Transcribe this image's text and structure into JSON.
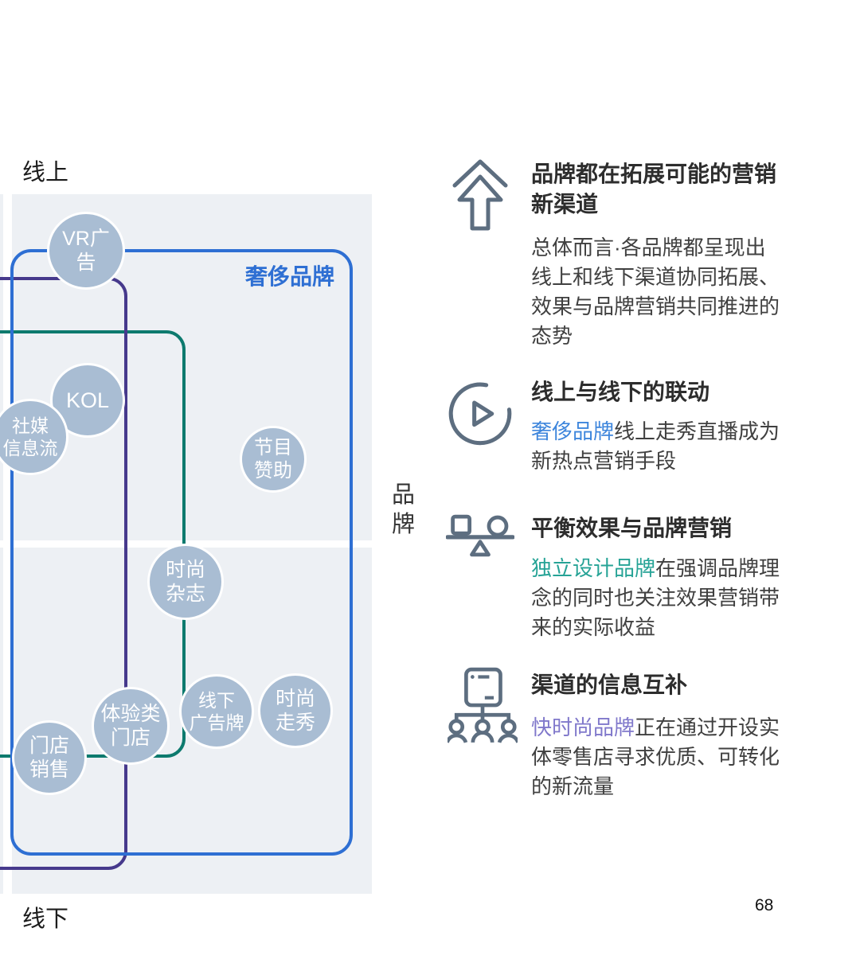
{
  "figure": {
    "axis": {
      "top": "线上",
      "bottom": "线下",
      "right": "品\n牌"
    },
    "groups": {
      "luxury": {
        "label": "奢侈品牌",
        "color": "#2e6fd3"
      },
      "independent": {
        "color": "#0d7a6e"
      },
      "fast_fashion": {
        "color": "#46398c"
      }
    },
    "bubble_color": "#a9bdd3",
    "bubbles": {
      "vr_ad": {
        "label": "VR广\n告"
      },
      "kol": {
        "label": "KOL"
      },
      "social_media_feed": {
        "label": "社媒\n信息流"
      },
      "program_sponsor": {
        "label": "节目\n赞助"
      },
      "fashion_magazine": {
        "label": "时尚\n杂志"
      },
      "experience_store": {
        "label": "体验类\n门店"
      },
      "offline_billboard": {
        "label": "线下\n广告牌"
      },
      "fashion_show": {
        "label": "时尚\n走秀"
      },
      "store_sales": {
        "label": "门店\n销售"
      }
    }
  },
  "sections": [
    {
      "icon": "arrow-up",
      "title": "品牌都在拓展可能的营销新渠道",
      "title_lines": [
        "品牌都在拓展可能的营销",
        "新渠道"
      ],
      "body": "总体而言·各品牌都呈现出线上和线下渠道协同拓展、效果与品牌营销共同推进的态势",
      "body_lines": [
        "总体而言·各品牌都呈现出",
        "线上和线下渠道协同拓展、",
        "效果与品牌营销共同推进的",
        "态势"
      ]
    },
    {
      "icon": "play-circle",
      "title": "线上与线下的联动",
      "highlight": "奢侈品牌",
      "highlight_color": "#3e86dc",
      "body_line1_rest": "线上走秀直播成为",
      "body_lines": [
        "新热点营销手段"
      ]
    },
    {
      "icon": "balance",
      "title": "平衡效果与品牌营销",
      "highlight": "独立设计品牌",
      "highlight_color": "#26a396",
      "body_line1_rest": "在强调品牌理",
      "body_lines": [
        "念的同时也关注效果营销带",
        "来的实际收益"
      ]
    },
    {
      "icon": "org-network",
      "title": "渠道的信息互补",
      "highlight": "快时尚品牌",
      "highlight_color": "#8078cb",
      "body_line1_rest": "正在通过开设实",
      "body_lines": [
        "体零售店寻求优质、可转化",
        "的新流量"
      ]
    }
  ],
  "page_number": "68",
  "icon_color": "#5d6e80"
}
